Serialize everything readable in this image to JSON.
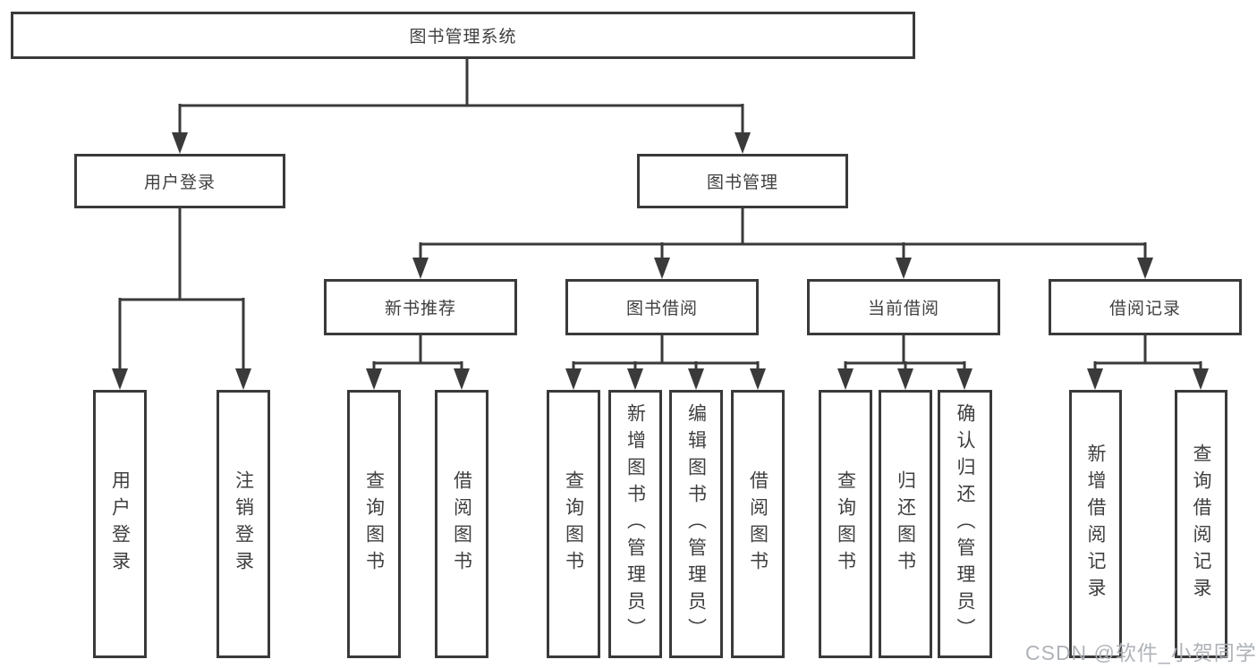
{
  "diagram": {
    "type": "tree",
    "root": {
      "label": "图书管理系统",
      "children": [
        {
          "label": "用户登录",
          "children": [
            {
              "label": "用户登录"
            },
            {
              "label": "注销登录"
            }
          ]
        },
        {
          "label": "图书管理",
          "children": [
            {
              "label": "新书推荐",
              "children": [
                {
                  "label": "查询图书"
                },
                {
                  "label": "借阅图书"
                }
              ]
            },
            {
              "label": "图书借阅",
              "children": [
                {
                  "label": "查询图书"
                },
                {
                  "label": "新增图书（管理员）"
                },
                {
                  "label": "编辑图书（管理员）"
                },
                {
                  "label": "借阅图书"
                }
              ]
            },
            {
              "label": "当前借阅",
              "children": [
                {
                  "label": "查询图书"
                },
                {
                  "label": "归还图书"
                },
                {
                  "label": "确认归还（管理员）"
                }
              ]
            },
            {
              "label": "借阅记录",
              "children": [
                {
                  "label": "新增借阅记录"
                },
                {
                  "label": "查询借阅记录"
                }
              ]
            }
          ]
        }
      ]
    }
  },
  "watermark": {
    "text": "CSDN @软件_小贺同学"
  },
  "colors": {
    "line": "#3a3a3a",
    "box_border": "#3a3a3a",
    "text": "#3f3f3f",
    "watermark": "#abafb4",
    "background": "#ffffff"
  }
}
